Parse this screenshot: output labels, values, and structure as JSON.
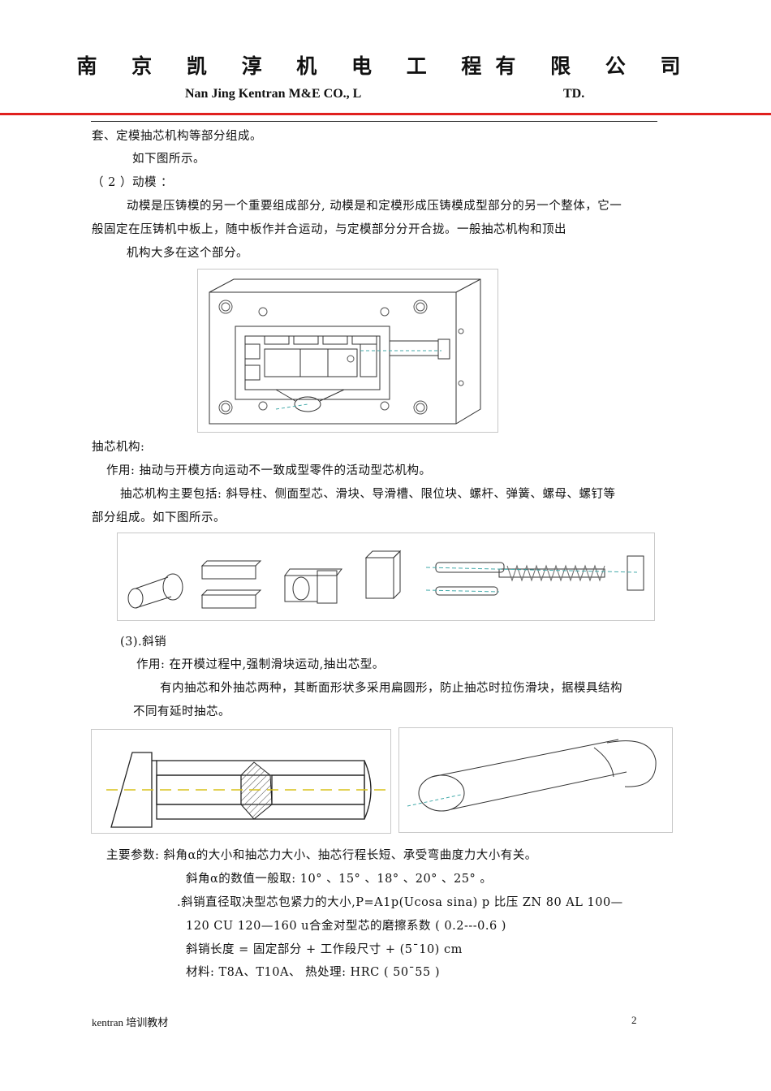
{
  "header": {
    "company_cn": "南 京 凯 淳 机 电 工 程有 限 公 司",
    "company_en_left": "Nan Jing Kentran M&E CO., L",
    "company_en_right": "TD."
  },
  "body": {
    "line1": "套、定模抽芯机构等部分组成。",
    "line2": "如下图所示。",
    "line3": "（ 2 ）动模 ：",
    "p1a": "动模是压铸模的另一个重要组成部分, 动模是和定模形成压铸模成型部分的另一个整体，它一",
    "p1b": "般固定在压铸机中板上，随中板作并合运动，与定模部分分开合拢。一般抽芯机构和顶出",
    "p1c": "机构大多在这个部分。",
    "core_title": "抽芯机构:",
    "core_func": "作用: 抽动与开模方向运动不一致成型零件的活动型芯机构。",
    "core_parts_a": "抽芯机构主要包括: 斜导柱、侧面型芯、滑块、导滑槽、限位块、螺杆、弹簧、螺母、螺钉等",
    "core_parts_b": "部分组成。如下图所示。",
    "pin_title": "(3).斜销",
    "pin_func": "作用: 在开模过程中,强制滑块运动,抽出芯型。",
    "pin_desc_a": "有内抽芯和外抽芯两种，其断面形状多采用扁圆形，防止抽芯时拉伤滑块，据模具结构",
    "pin_desc_b": "不同有延时抽芯。",
    "param_main": "主要参数: 斜角α的大小和抽芯力大小、抽芯行程长短、承受弯曲度力大小有关。",
    "param_angle": "斜角α的数值一般取: 10° 、15° 、18° 、20° 、25° 。",
    "param_dia_a": ".斜销直径取决型芯包紧力的大小,P=A1p(Ucosa    sina)   p 比压  ZN 80   AL 100—",
    "param_dia_b": "120  CU   120—160     u合金对型芯的磨擦系数 ( 0.2---0.6 )",
    "param_len": "斜销长度 = 固定部分 + 工作段尺寸 + (5¯10) cm",
    "param_mat": "材料: T8A、T10A、      热处理:   HRC ( 50¯55 )"
  },
  "footer": {
    "left": "kentran 培训教材",
    "page": "2"
  }
}
